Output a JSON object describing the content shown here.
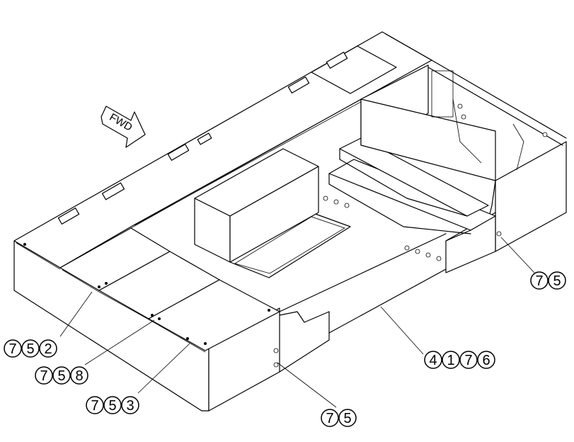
{
  "direction_arrow": {
    "label": "FWD"
  },
  "callouts": [
    {
      "id": "c1",
      "digits": [
        "7",
        "5",
        "2"
      ]
    },
    {
      "id": "c2",
      "digits": [
        "7",
        "5",
        "8"
      ]
    },
    {
      "id": "c3",
      "digits": [
        "7",
        "5",
        "3"
      ]
    },
    {
      "id": "c4",
      "digits": [
        "7",
        "5"
      ]
    },
    {
      "id": "c5",
      "digits": [
        "4",
        "1",
        "7",
        "6"
      ]
    },
    {
      "id": "c6",
      "digits": [
        "7",
        "5"
      ]
    }
  ]
}
